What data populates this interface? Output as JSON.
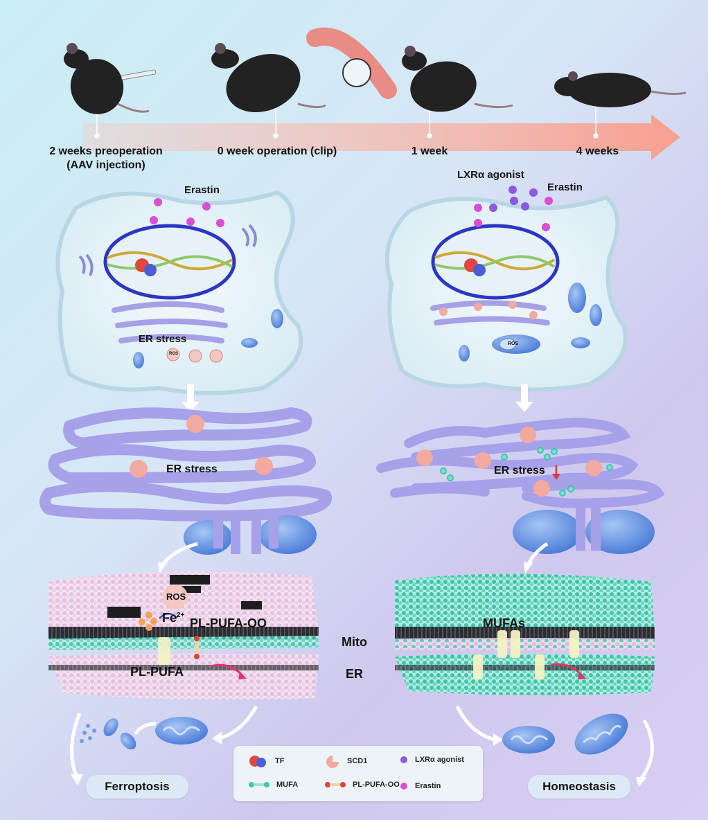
{
  "timeline": {
    "steps": [
      {
        "label_1": "2 weeks preoperation",
        "label_2": "(AAV injection)"
      },
      {
        "label_1": "0 week operation (clip)"
      },
      {
        "label_1": "1 week"
      },
      {
        "label_1": "4 weeks"
      }
    ],
    "arrow_color": "#f7a89a"
  },
  "left_panel": {
    "treatment": "Erastin",
    "er_stress": "ER stress",
    "ros": "ROS",
    "er_stress_zoom": "ER stress",
    "membrane_ros": "ROS",
    "iron": "Fe",
    "iron_charge": "2+",
    "oxidized_lipid": "PL-PUFA-OO",
    "lipid": "PL-PUFA",
    "outcome": "Ferroptosis"
  },
  "right_panel": {
    "agonist": "LXRα agonist",
    "treatment": "Erastin",
    "ros": "ROS",
    "er_stress_zoom": "ER stress",
    "mufas": "MUFAs",
    "outcome": "Homeostasis"
  },
  "center": {
    "mito": "Mito",
    "er": "ER"
  },
  "legend": {
    "items": [
      {
        "icon": "tf-protein-icon",
        "label": "TF"
      },
      {
        "icon": "scd1-icon",
        "label": "SCD1"
      },
      {
        "icon": "lxr-agonist-icon",
        "label": "LXRα agonist"
      },
      {
        "icon": "mufa-icon",
        "label": "MUFA"
      },
      {
        "icon": "pl-pufa-oo-icon",
        "label": "PL-PUFA-OO"
      },
      {
        "icon": "erastin-icon",
        "label": "Erastin"
      }
    ]
  },
  "colors": {
    "er": "#aaa5ea",
    "mito": "#5a8fdf",
    "nucleus_ring": "#2b36c4",
    "erastin": "#d84fd6",
    "agonist": "#8a5ae0",
    "scd1": "#f2a9a0",
    "membrane_teal": "#3fc6b0",
    "membrane_pink": "#e7c5df"
  }
}
